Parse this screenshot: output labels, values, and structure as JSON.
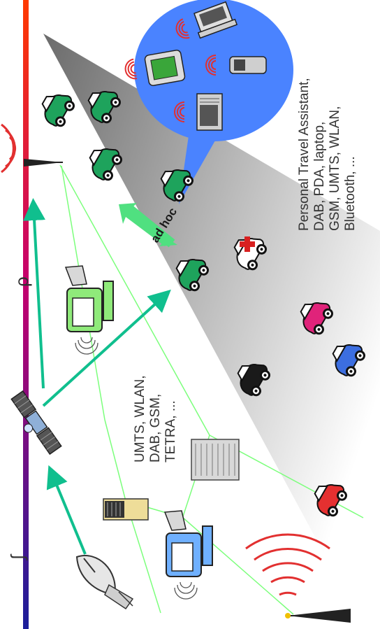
{
  "colors": {
    "gradient_top": "#ff3a00",
    "gradient_mid": "#c4006e",
    "gradient_bottom": "#1b1e9a",
    "beam_dark": "#6e6e6e",
    "beam_light": "#ffffff",
    "link_arrow": "#10bf8e",
    "link_line": "#7cff7c",
    "bubble": "#4a83ff",
    "signal": "#e23030",
    "car_green": "#1ea35c",
    "car_red": "#e53030",
    "car_magenta": "#e0237a",
    "car_blue": "#3c6ee0"
  },
  "labels": {
    "top_left_glyph": "ρ",
    "bottom_left_glyph": "∫",
    "adhoc": "ad hoc",
    "networks_line1": "UMTS, WLAN,",
    "networks_line2": "DAB, GSM,",
    "networks_line3": "TETRA, ...",
    "devices_line1": "Personal Travel Assistant,",
    "devices_line2": "DAB, PDA, laptop,",
    "devices_line3": "GSM, UMTS, WLAN,",
    "devices_line4": "Bluetooth, ..."
  },
  "icons": {
    "top_tower": "radio-tower-icon",
    "bottom_tower": "radio-tower-icon",
    "satellite": "satellite-icon",
    "dish": "satellite-dish-icon",
    "pc_green": "desktop-computer-icon",
    "pc_blue": "desktop-computer-icon",
    "server": "server-icon",
    "rack": "network-rack-icon",
    "laptop": "laptop-icon",
    "pda": "pda-icon",
    "phone": "mobile-phone-icon",
    "notebook": "notebook-icon",
    "ambulance": "ambulance-icon",
    "cars": "car-icon"
  }
}
